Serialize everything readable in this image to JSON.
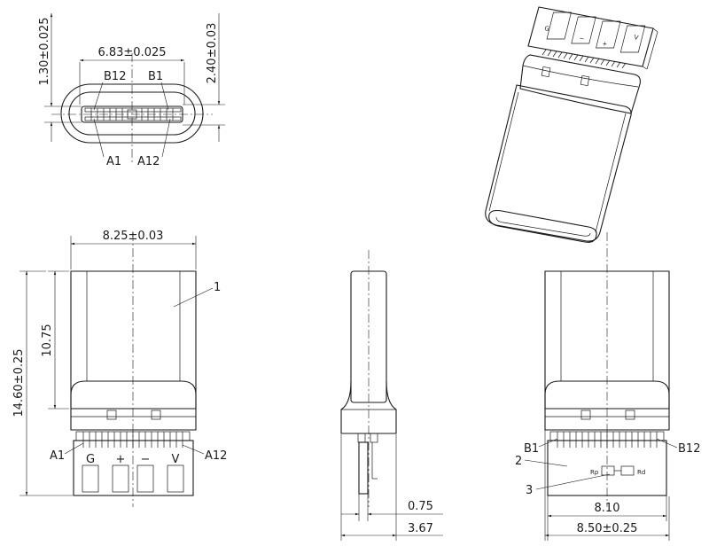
{
  "top_view": {
    "dim_width": "6.83±0.025",
    "dim_height_inner": "1.30±0.025",
    "dim_height_outer": "2.40±0.03",
    "pin_top_left": "B12",
    "pin_top_right": "B1",
    "pin_bottom_left": "A1",
    "pin_bottom_right": "A12"
  },
  "front_view": {
    "dim_width": "8.25±0.03",
    "dim_body_length": "10.75",
    "dim_total_length": "14.60±0.25",
    "callout_1": "1",
    "pin_left": "A1",
    "pin_right": "A12",
    "pad_labels": [
      "G",
      "+",
      "−",
      "V"
    ]
  },
  "side_view": {
    "dim_pcb": "0.75",
    "dim_thickness": "3.67"
  },
  "back_view": {
    "dim_inner": "8.10",
    "dim_outer": "8.50±0.25",
    "pin_left": "B1",
    "pin_right": "B12",
    "callout_2": "2",
    "callout_3": "3",
    "resistor_left": "Rp",
    "resistor_right": "Rd"
  },
  "iso_view": {
    "pad_labels": [
      "G",
      "−",
      "+",
      "V"
    ]
  }
}
